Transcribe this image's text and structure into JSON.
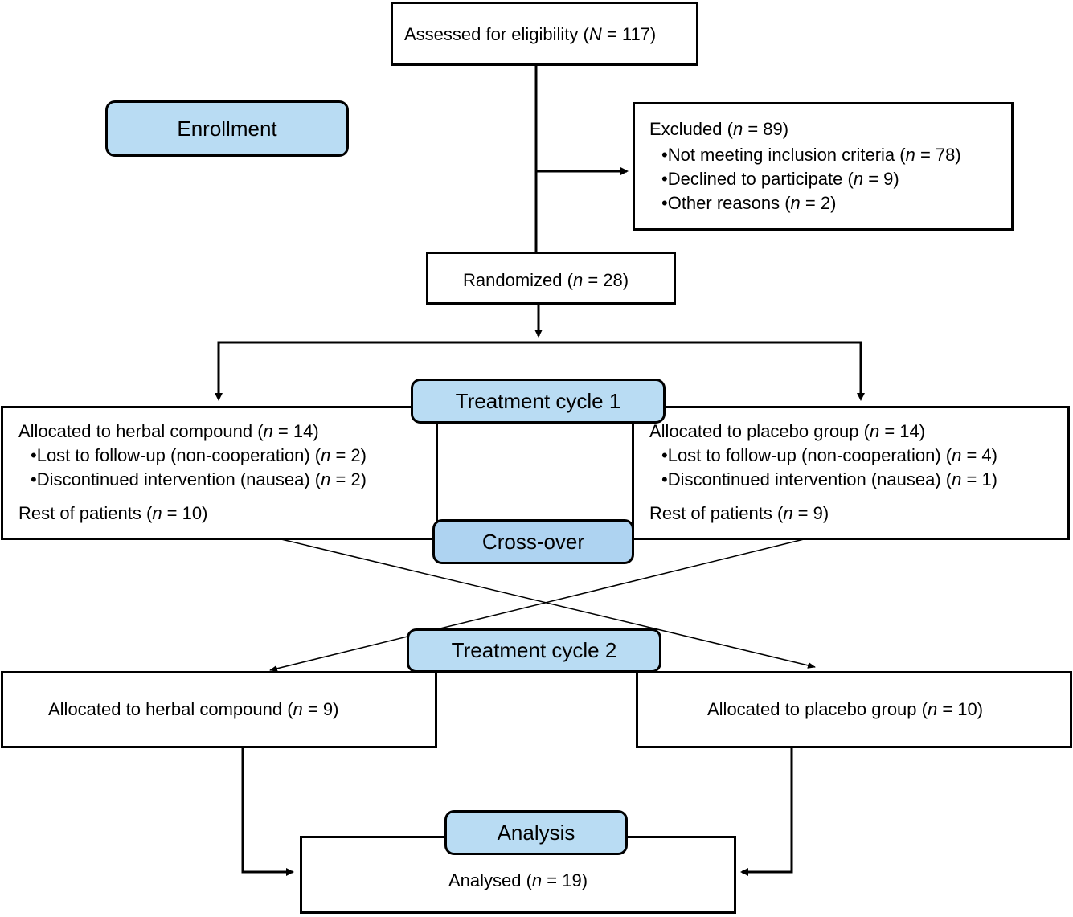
{
  "eligibility": {
    "prefix": "Assessed for eligibility (",
    "var": "N",
    "suffix": " = 117)"
  },
  "enrollment_label": "Enrollment",
  "excluded": {
    "title": {
      "prefix": "Excluded (",
      "var": "n",
      "suffix": " = 89)"
    },
    "items": [
      {
        "prefix": "•Not meeting inclusion criteria (",
        "var": "n",
        "suffix": " = 78)"
      },
      {
        "prefix": "•Declined to participate (",
        "var": "n",
        "suffix": " = 9)"
      },
      {
        "prefix": "•Other reasons (",
        "var": "n",
        "suffix": " = 2)"
      }
    ]
  },
  "randomized": {
    "prefix": "Randomized (",
    "var": "n",
    "suffix": " = 28)"
  },
  "treatment_cycle_1_label": "Treatment cycle 1",
  "cycle1_herbal": {
    "title": {
      "prefix": "Allocated to herbal compound (",
      "var": "n",
      "suffix": " = 14)"
    },
    "items": [
      {
        "prefix": "•Lost to follow-up (non-cooperation) (",
        "var": "n",
        "suffix": " = 2)"
      },
      {
        "prefix": "•Discontinued intervention (nausea) (",
        "var": "n",
        "suffix": " = 2)"
      }
    ],
    "rest": {
      "prefix": "Rest of patients (",
      "var": "n",
      "suffix": " = 10)"
    }
  },
  "cycle1_placebo": {
    "title": {
      "prefix": "Allocated to placebo group (",
      "var": "n",
      "suffix": " = 14)"
    },
    "items": [
      {
        "prefix": "•Lost to follow-up (non-cooperation) (",
        "var": "n",
        "suffix": " = 4)"
      },
      {
        "prefix": "•Discontinued intervention (nausea) (",
        "var": "n",
        "suffix": " = 1)"
      }
    ],
    "rest": {
      "prefix": "Rest of patients (",
      "var": "n",
      "suffix": " = 9)"
    }
  },
  "crossover_label": "Cross-over",
  "treatment_cycle_2_label": "Treatment cycle 2",
  "cycle2_herbal": {
    "prefix": "Allocated to herbal compound (",
    "var": "n",
    "suffix": " = 9)"
  },
  "cycle2_placebo": {
    "prefix": "Allocated to placebo group (",
    "var": "n",
    "suffix": " = 10)"
  },
  "analysis_label": "Analysis",
  "analysed": {
    "prefix": "Analysed (",
    "var": "n",
    "suffix": " = 19)"
  },
  "colors": {
    "label_fill": "#b9dcf3",
    "stroke": "#000000"
  }
}
